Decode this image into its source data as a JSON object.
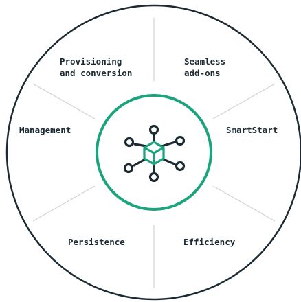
{
  "segments": [
    {
      "id": "provisioning",
      "line1": "Provisioning",
      "line2": "and conversion"
    },
    {
      "id": "seamless",
      "line1": "Seamless",
      "line2": "add-ons"
    },
    {
      "id": "management",
      "line1": "Management",
      "line2": ""
    },
    {
      "id": "smartstart",
      "line1": "SmartStart",
      "line2": ""
    },
    {
      "id": "persistence",
      "line1": "Persistence",
      "line2": ""
    },
    {
      "id": "efficiency",
      "line1": "Efficiency",
      "line2": ""
    }
  ],
  "center_icon": "network-hub-cube-icon",
  "colors": {
    "outer_ring": "#1c2a33",
    "divider": "#cfd3d6",
    "accent": "#1aa37d",
    "text": "#1c2a33"
  }
}
